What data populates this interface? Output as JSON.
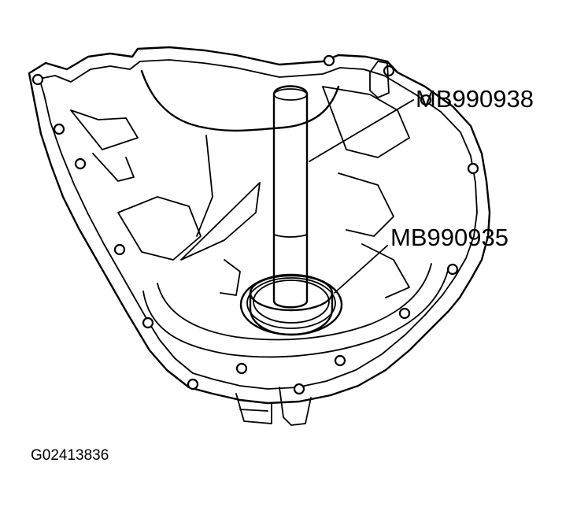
{
  "callouts": {
    "tool_upper": "MB990938",
    "tool_lower": "MB990935"
  },
  "figure_id": "G02413836"
}
